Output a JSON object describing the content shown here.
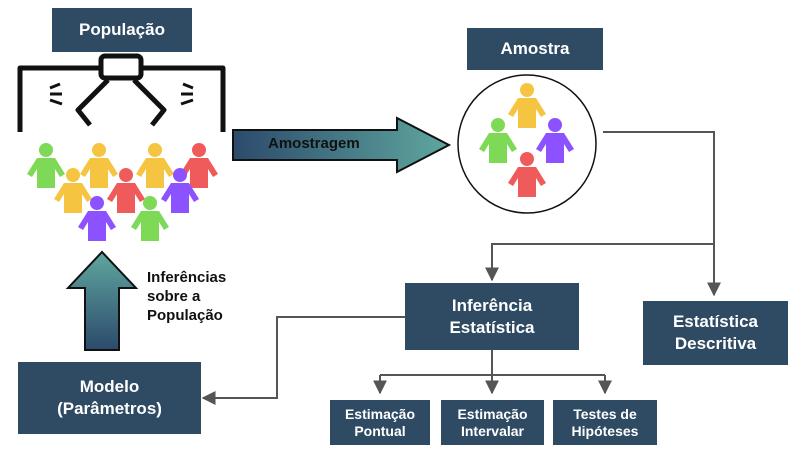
{
  "boxes": {
    "populacao": "População",
    "amostra": "Amostra",
    "inferencia_line1": "Inferência",
    "inferencia_line2": "Estatística",
    "descritiva_line1": "Estatística",
    "descritiva_line2": "Descritiva",
    "modelo_line1": "Modelo",
    "modelo_line2": "(Parâmetros)",
    "pontual_line1": "Estimação",
    "pontual_line2": "Pontual",
    "intervalar_line1": "Estimação",
    "intervalar_line2": "Intervalar",
    "testes_line1": "Testes de",
    "testes_line2": "Hipóteses"
  },
  "labels": {
    "amostragem": "Amostragem",
    "inferencias_line1": "Inferências",
    "inferencias_line2": "sobre a",
    "inferencias_line3": "População"
  },
  "colors": {
    "box_fill": "#2f4a63",
    "connector": "#555555",
    "arrow_gradient_start": "#2c4a6b",
    "arrow_gradient_end": "#5fa79f",
    "person_green": "#7ed957",
    "person_yellow": "#f5c542",
    "person_red": "#ef5b5b",
    "person_purple": "#8c52ff"
  },
  "icons": [
    "claw-icon",
    "person-icon"
  ]
}
